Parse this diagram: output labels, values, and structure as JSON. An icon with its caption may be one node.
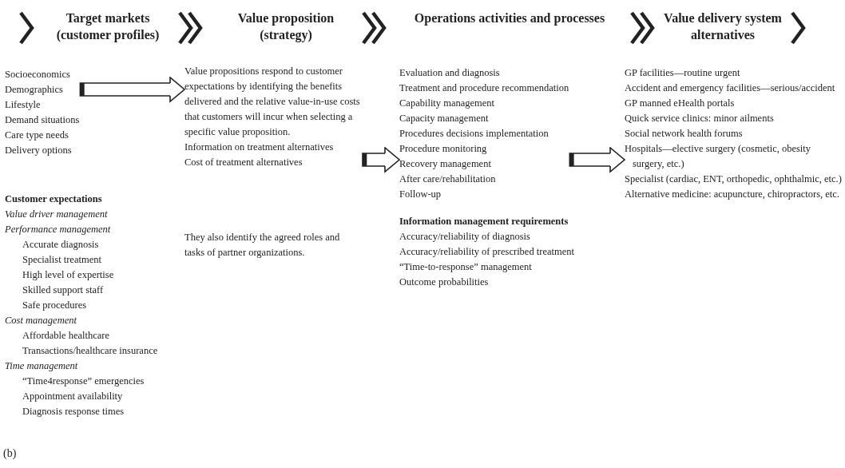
{
  "diagram": {
    "caption": "(b)",
    "nodes": [
      {
        "text": [
          "Target markets (customer profiles)"
        ]
      },
      {
        "text": [
          "Value proposition (strategy)"
        ]
      },
      {
        "text": [
          "Operations activities and processes"
        ]
      },
      {
        "text": [
          "Value delivery system alternatives"
        ]
      },
      {
        "text": [
          "Socioeconomics",
          "Demographics",
          "Lifestyle",
          "Demand situations",
          "Care type needs",
          "Delivery options"
        ]
      },
      {
        "text": [
          "Customer expectations",
          "Value driver management",
          "Performance management",
          "Accurate diagnosis",
          "Specialist treatment",
          "High level of expertise",
          "Skilled support staff",
          "Safe procedures",
          "Cost management",
          "Affordable healthcare",
          "Transactions/healthcare insurance",
          "Time management",
          "“Time4response” emergencies",
          "Appointment availability",
          "Diagnosis response times"
        ]
      },
      {
        "text": [
          "Value propositions respond to customer expectations by identifying the benefits delivered and the relative value-in-use costs that customers will incur when selecting a specific value proposition.",
          "Information on treatment alternatives",
          "Cost of treatment alternatives"
        ]
      },
      {
        "text": [
          "They also identify the agreed roles and tasks of partner organizations."
        ]
      },
      {
        "text": [
          "Evaluation and diagnosis",
          "Treatment and procedure recommendation",
          "Capability management",
          "Capacity management",
          "Procedures decisions implementation",
          "Procedure monitoring",
          "Recovery management",
          "After care/rehabilitation",
          "Follow-up"
        ]
      },
      {
        "text": [
          "Information management requirements",
          "Accuracy/reliability of diagnosis",
          "Accuracy/reliability of prescribed treatment",
          "“Time-to-response” management",
          "Outcome probabilities"
        ]
      },
      {
        "text": [
          "GP facilities—routine urgent",
          "Accident and emergency facilities—serious/accident",
          "GP manned eHealth portals",
          "Quick service clinics: minor ailments",
          "Social network health forums",
          "Hospitals—elective surgery (cosmetic, obesity surgery, etc.)",
          "Specialist (cardiac, ENT, orthopedic, ophthalmic, etc.)",
          "Alternative medicine: acupuncture, chiropractors, etc."
        ]
      }
    ],
    "edges": [
      {
        "from": null,
        "to": 0,
        "arrow": "to"
      },
      {
        "from": 0,
        "to": 1,
        "arrow": "to"
      },
      {
        "from": 1,
        "to": 2,
        "arrow": "to"
      },
      {
        "from": 2,
        "to": 3,
        "arrow": "to"
      },
      {
        "from": 3,
        "to": null,
        "arrow": "to"
      },
      {
        "from": 4,
        "to": 6,
        "arrow": "to"
      },
      {
        "from": 6,
        "to": 8,
        "arrow": "to"
      },
      {
        "from": 8,
        "to": 10,
        "arrow": "to"
      }
    ]
  }
}
